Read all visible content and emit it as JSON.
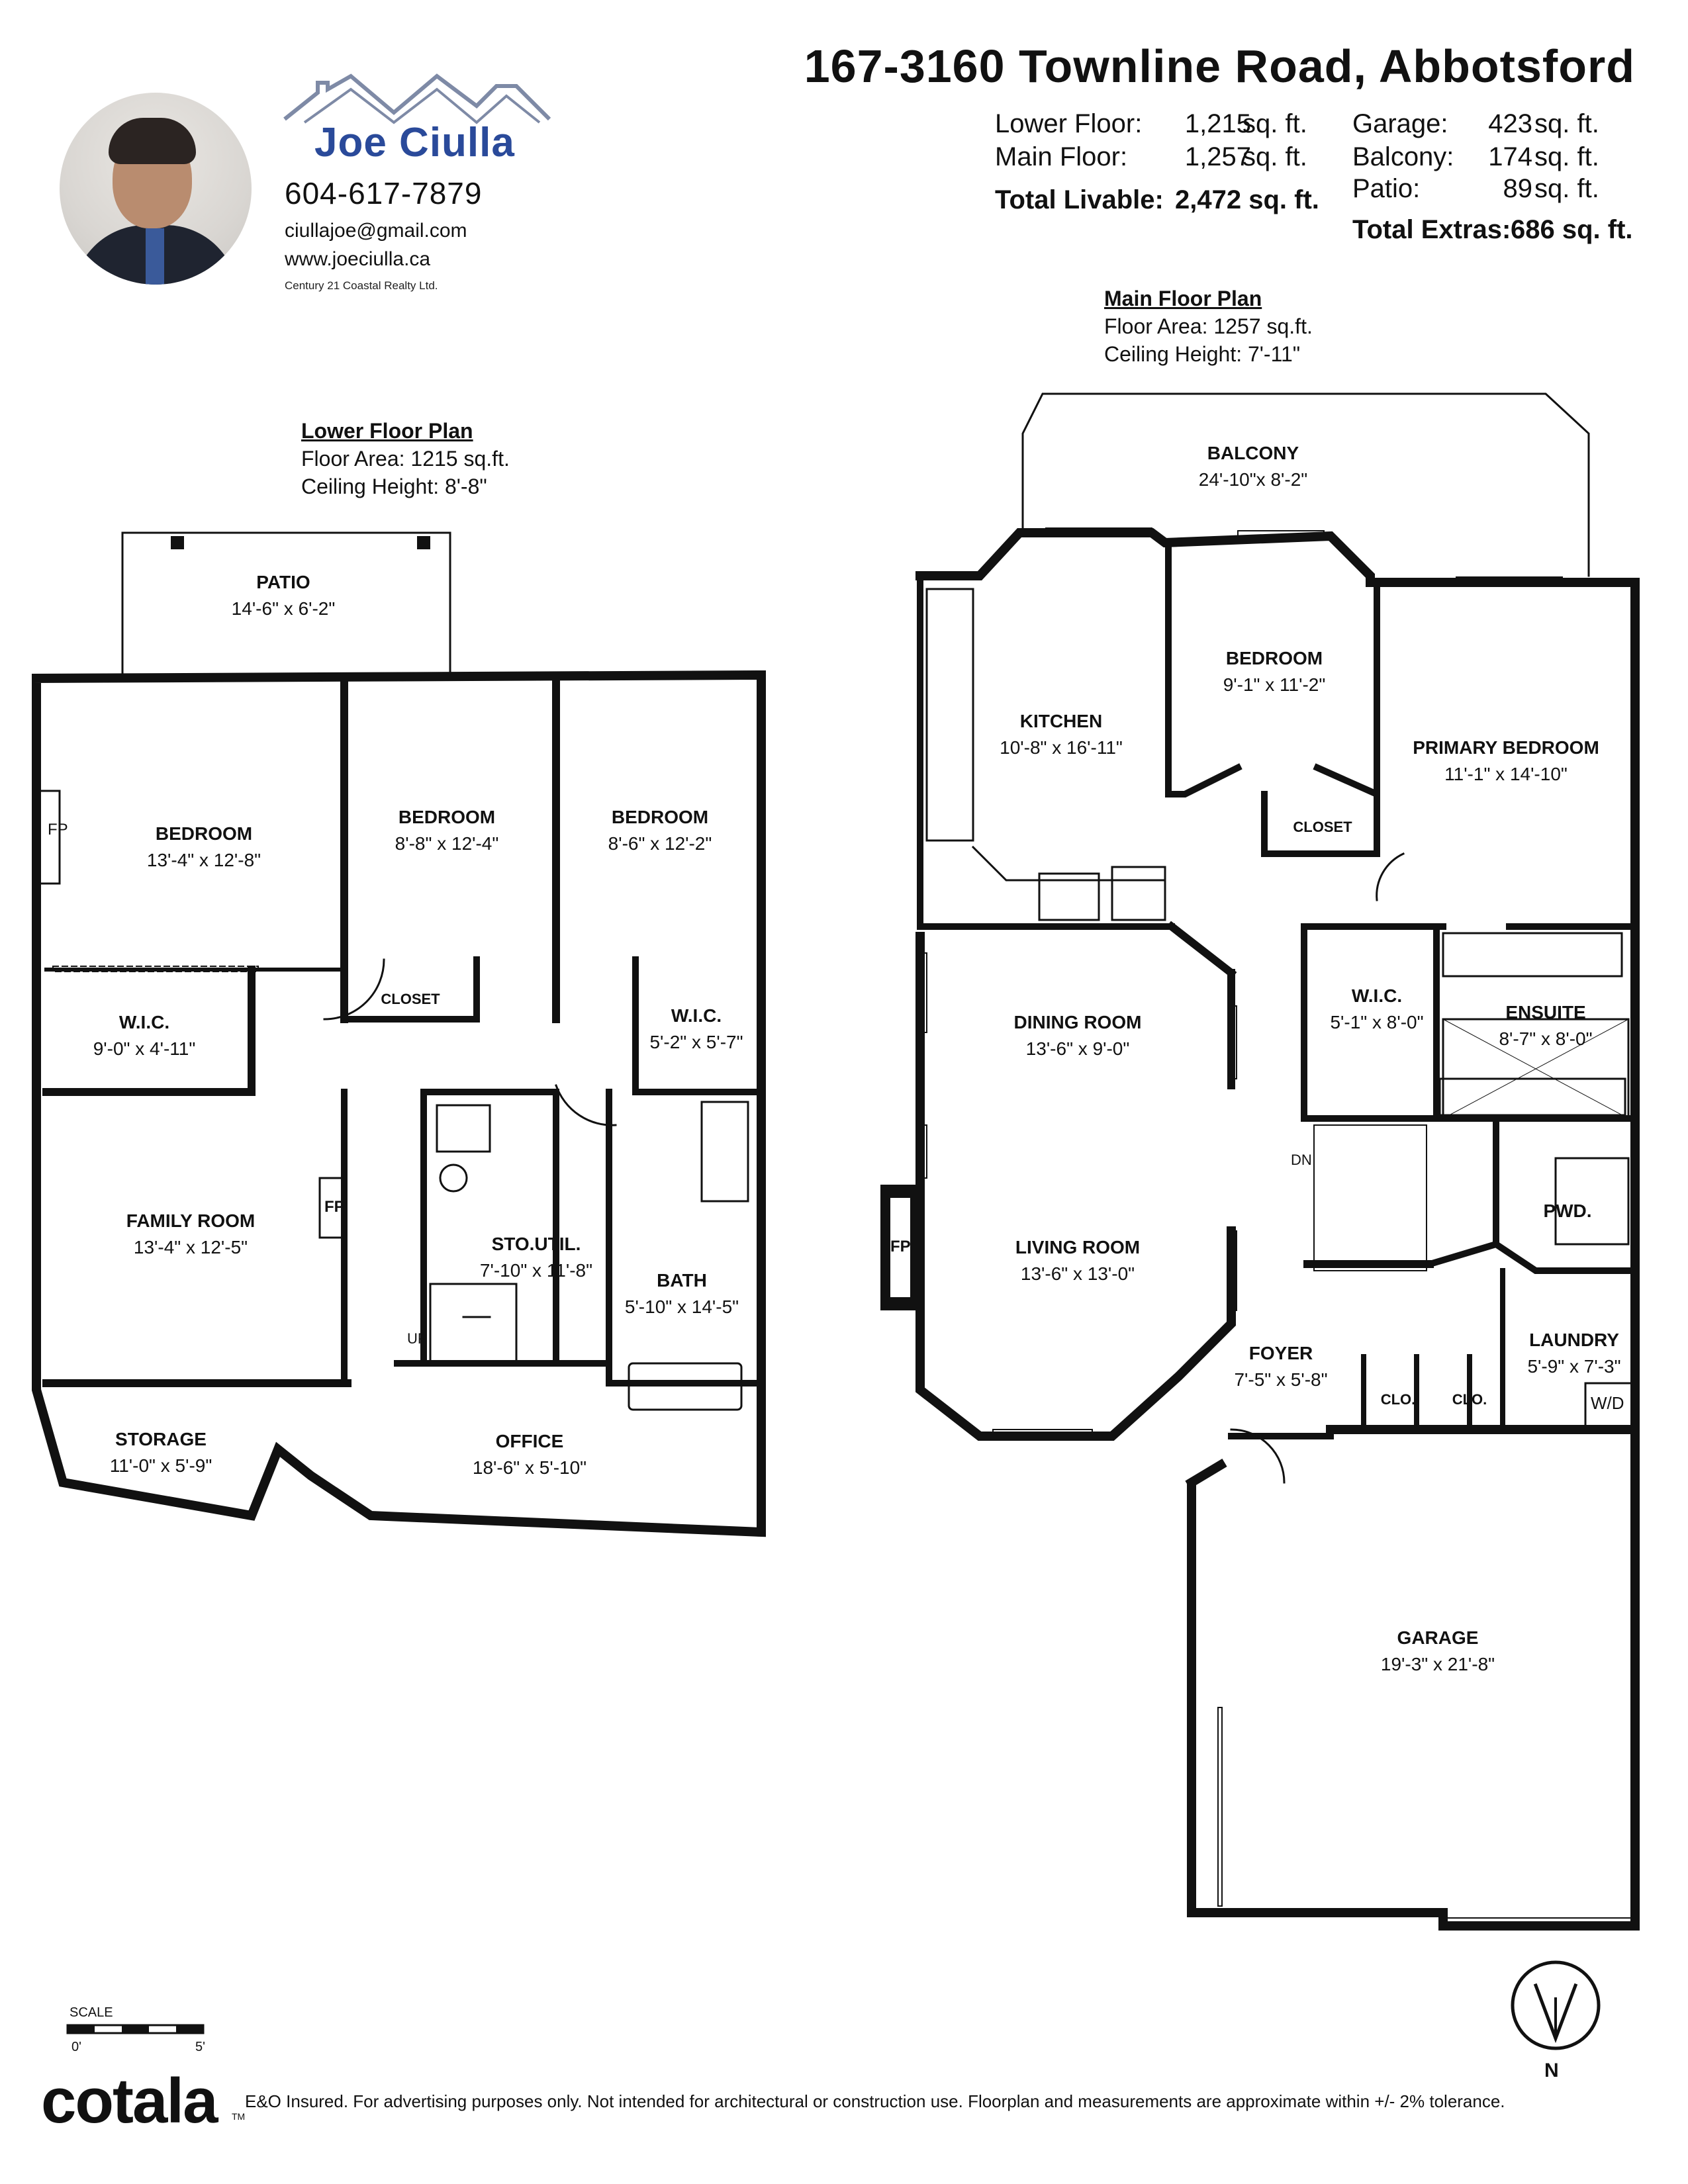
{
  "agent": {
    "name": "Joe Ciulla",
    "phone": "604-617-7879",
    "email": "ciullajoe@gmail.com",
    "website": "www.joeciulla.ca",
    "brokerage": "Century 21 Coastal Realty Ltd.",
    "brand_color": "#2a4a9a"
  },
  "address": "167-3160 Townline Road, Abbotsford",
  "summary": {
    "lower_floor": {
      "label": "Lower Floor:",
      "value": "1,215",
      "unit": "sq. ft."
    },
    "main_floor": {
      "label": "Main Floor:",
      "value": "1,257",
      "unit": "sq. ft."
    },
    "total_livable": {
      "label": "Total Livable:",
      "value": "2,472 sq. ft."
    },
    "garage": {
      "label": "Garage:",
      "value": "423",
      "unit": "sq. ft."
    },
    "balcony": {
      "label": "Balcony:",
      "value": "174",
      "unit": "sq. ft."
    },
    "patio": {
      "label": "Patio:",
      "value": "89",
      "unit": "sq. ft."
    },
    "total_extras": {
      "label": "Total Extras:",
      "value": "686 sq. ft."
    }
  },
  "lower_plan": {
    "title": "Lower Floor Plan",
    "area": "Floor Area: 1215 sq.ft.",
    "ceiling": "Ceiling Height: 8'-8\"",
    "rooms": {
      "patio": {
        "name": "PATIO",
        "dim": "14'-6\" x  6'-2\""
      },
      "bedroom1": {
        "name": "BEDROOM",
        "dim": "13'-4\" x 12'-8\""
      },
      "bedroom2": {
        "name": "BEDROOM",
        "dim": "8'-8\" x 12'-4\""
      },
      "bedroom3": {
        "name": "BEDROOM",
        "dim": "8'-6\" x 12'-2\""
      },
      "wic1": {
        "name": "W.I.C.",
        "dim": "9'-0\" x 4'-11\""
      },
      "wic2": {
        "name": "W.I.C.",
        "dim": "5'-2\"  x  5'-7\""
      },
      "closet": {
        "name": "CLOSET"
      },
      "family": {
        "name": "FAMILY ROOM",
        "dim": "13'-4\" x 12'-5\""
      },
      "stoutil": {
        "name": "STO.UTIL.",
        "dim": "7'-10\" x 11'-8\""
      },
      "bath": {
        "name": "BATH",
        "dim": "5'-10\" x 14'-5\""
      },
      "storage": {
        "name": "STORAGE",
        "dim": "11'-0\" x  5'-9\""
      },
      "office": {
        "name": "OFFICE",
        "dim": "18'-6\" x 5'-10\""
      }
    },
    "fp1": "FP",
    "fp2": "FP",
    "up": "UP"
  },
  "main_plan": {
    "title": "Main Floor Plan",
    "area": "Floor Area: 1257 sq.ft.",
    "ceiling": "Ceiling Height: 7'-11\"",
    "rooms": {
      "balcony": {
        "name": "BALCONY",
        "dim": "24'-10\"x  8'-2\""
      },
      "kitchen": {
        "name": "KITCHEN",
        "dim": "10'-8\" x 16'-11\""
      },
      "bedroom": {
        "name": "BEDROOM",
        "dim": "9'-1\" x 11'-2\""
      },
      "closet": {
        "name": "CLOSET"
      },
      "primary": {
        "name": "PRIMARY BEDROOM",
        "dim": "11'-1\" x 14'-10\""
      },
      "dining": {
        "name": "DINING ROOM",
        "dim": "13'-6\" x  9'-0\""
      },
      "wic": {
        "name": "W.I.C.",
        "dim": "5'-1\"  x  8'-0\""
      },
      "ensuite": {
        "name": "ENSUITE",
        "dim": "8'-7\"  x  8'-0\""
      },
      "living": {
        "name": "LIVING ROOM",
        "dim": "13'-6\" x 13'-0\""
      },
      "pwd": {
        "name": "PWD."
      },
      "foyer": {
        "name": "FOYER",
        "dim": "7'-5\"  x  5'-8\""
      },
      "laundry": {
        "name": "LAUNDRY",
        "dim": "5'-9\"  x  7'-3\""
      },
      "clo1": {
        "name": "CLO."
      },
      "clo2": {
        "name": "CLO."
      },
      "garage": {
        "name": "GARAGE",
        "dim": "19'-3\" x 21'-8\""
      }
    },
    "fp": "FP",
    "dn": "DN",
    "wd": "W/D"
  },
  "scale": {
    "label": "SCALE",
    "zero": "0'",
    "five": "5'"
  },
  "compass": {
    "letter": "N"
  },
  "footer": {
    "brand": "cotala",
    "tm": "TM",
    "disclaimer": "E&O Insured. For advertising purposes only. Not intended for architectural or construction use. Floorplan and measurements are approximate within +/- 2% tolerance."
  }
}
